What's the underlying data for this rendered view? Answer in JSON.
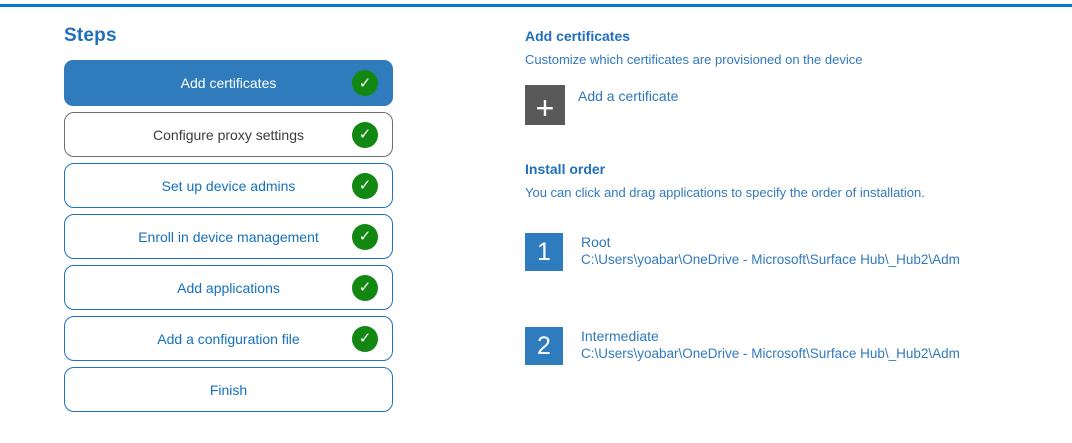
{
  "colors": {
    "top_line": "#0078d7",
    "active_step_bg": "#2f7bbc",
    "step_border_blue": "#1e73c2",
    "step_text_blue": "#1470be",
    "hover_step_border": "#6e6e6e",
    "hover_step_text": "#3b3b3b",
    "check_green": "#128712",
    "add_tile_gray": "#595959",
    "number_tile_blue": "#2e7bbe",
    "heading_blue": "#1f6fbe",
    "body_blue": "#3279be"
  },
  "icons": {
    "check": "✓",
    "plus": "+"
  },
  "sidebar": {
    "title": "Steps",
    "steps": [
      {
        "label": "Add certificates",
        "state": "active",
        "checked": true
      },
      {
        "label": "Configure proxy settings",
        "state": "hover",
        "checked": true
      },
      {
        "label": "Set up device admins",
        "state": "normal",
        "checked": true
      },
      {
        "label": "Enroll in device management",
        "state": "normal",
        "checked": true
      },
      {
        "label": "Add applications",
        "state": "normal",
        "checked": true
      },
      {
        "label": "Add a configuration file",
        "state": "normal",
        "checked": true
      },
      {
        "label": "Finish",
        "state": "normal",
        "checked": false
      }
    ]
  },
  "content": {
    "title": "Add certificates",
    "subtitle": "Customize which certificates are provisioned on the device",
    "add_certificate_label": "Add a certificate",
    "install_order": {
      "title": "Install order",
      "subtitle": "You can click and drag applications to specify the order of installation.",
      "items": [
        {
          "order": "1",
          "name": "Root",
          "path": "C:\\Users\\yoabar\\OneDrive - Microsoft\\Surface Hub\\_Hub2\\Adm"
        },
        {
          "order": "2",
          "name": "Intermediate",
          "path": "C:\\Users\\yoabar\\OneDrive - Microsoft\\Surface Hub\\_Hub2\\Adm"
        }
      ]
    }
  }
}
